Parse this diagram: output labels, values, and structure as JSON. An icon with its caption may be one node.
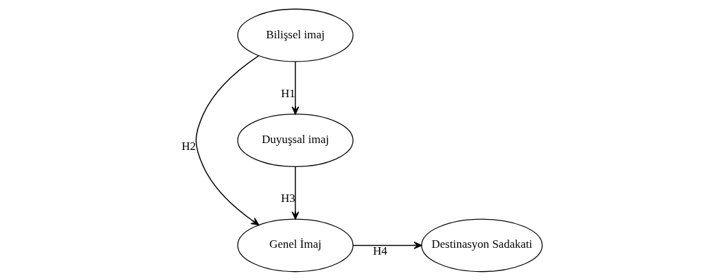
{
  "diagram": {
    "nodes": [
      {
        "text": [
          "Bilişsel imaj"
        ]
      },
      {
        "text": [
          "Duyuşsal imaj"
        ]
      },
      {
        "text": [
          "Genel İmaj"
        ]
      },
      {
        "text": [
          "Destinasyon Sadakati"
        ]
      }
    ],
    "edges": [
      {
        "from": 0,
        "to": 1,
        "arrow": "to",
        "label": "H1"
      },
      {
        "from": 0,
        "to": 2,
        "arrow": "to",
        "label": "H2"
      },
      {
        "from": 1,
        "to": 2,
        "arrow": "to",
        "label": "H3"
      },
      {
        "from": 2,
        "to": 3,
        "arrow": "to",
        "label": "H4"
      }
    ]
  }
}
